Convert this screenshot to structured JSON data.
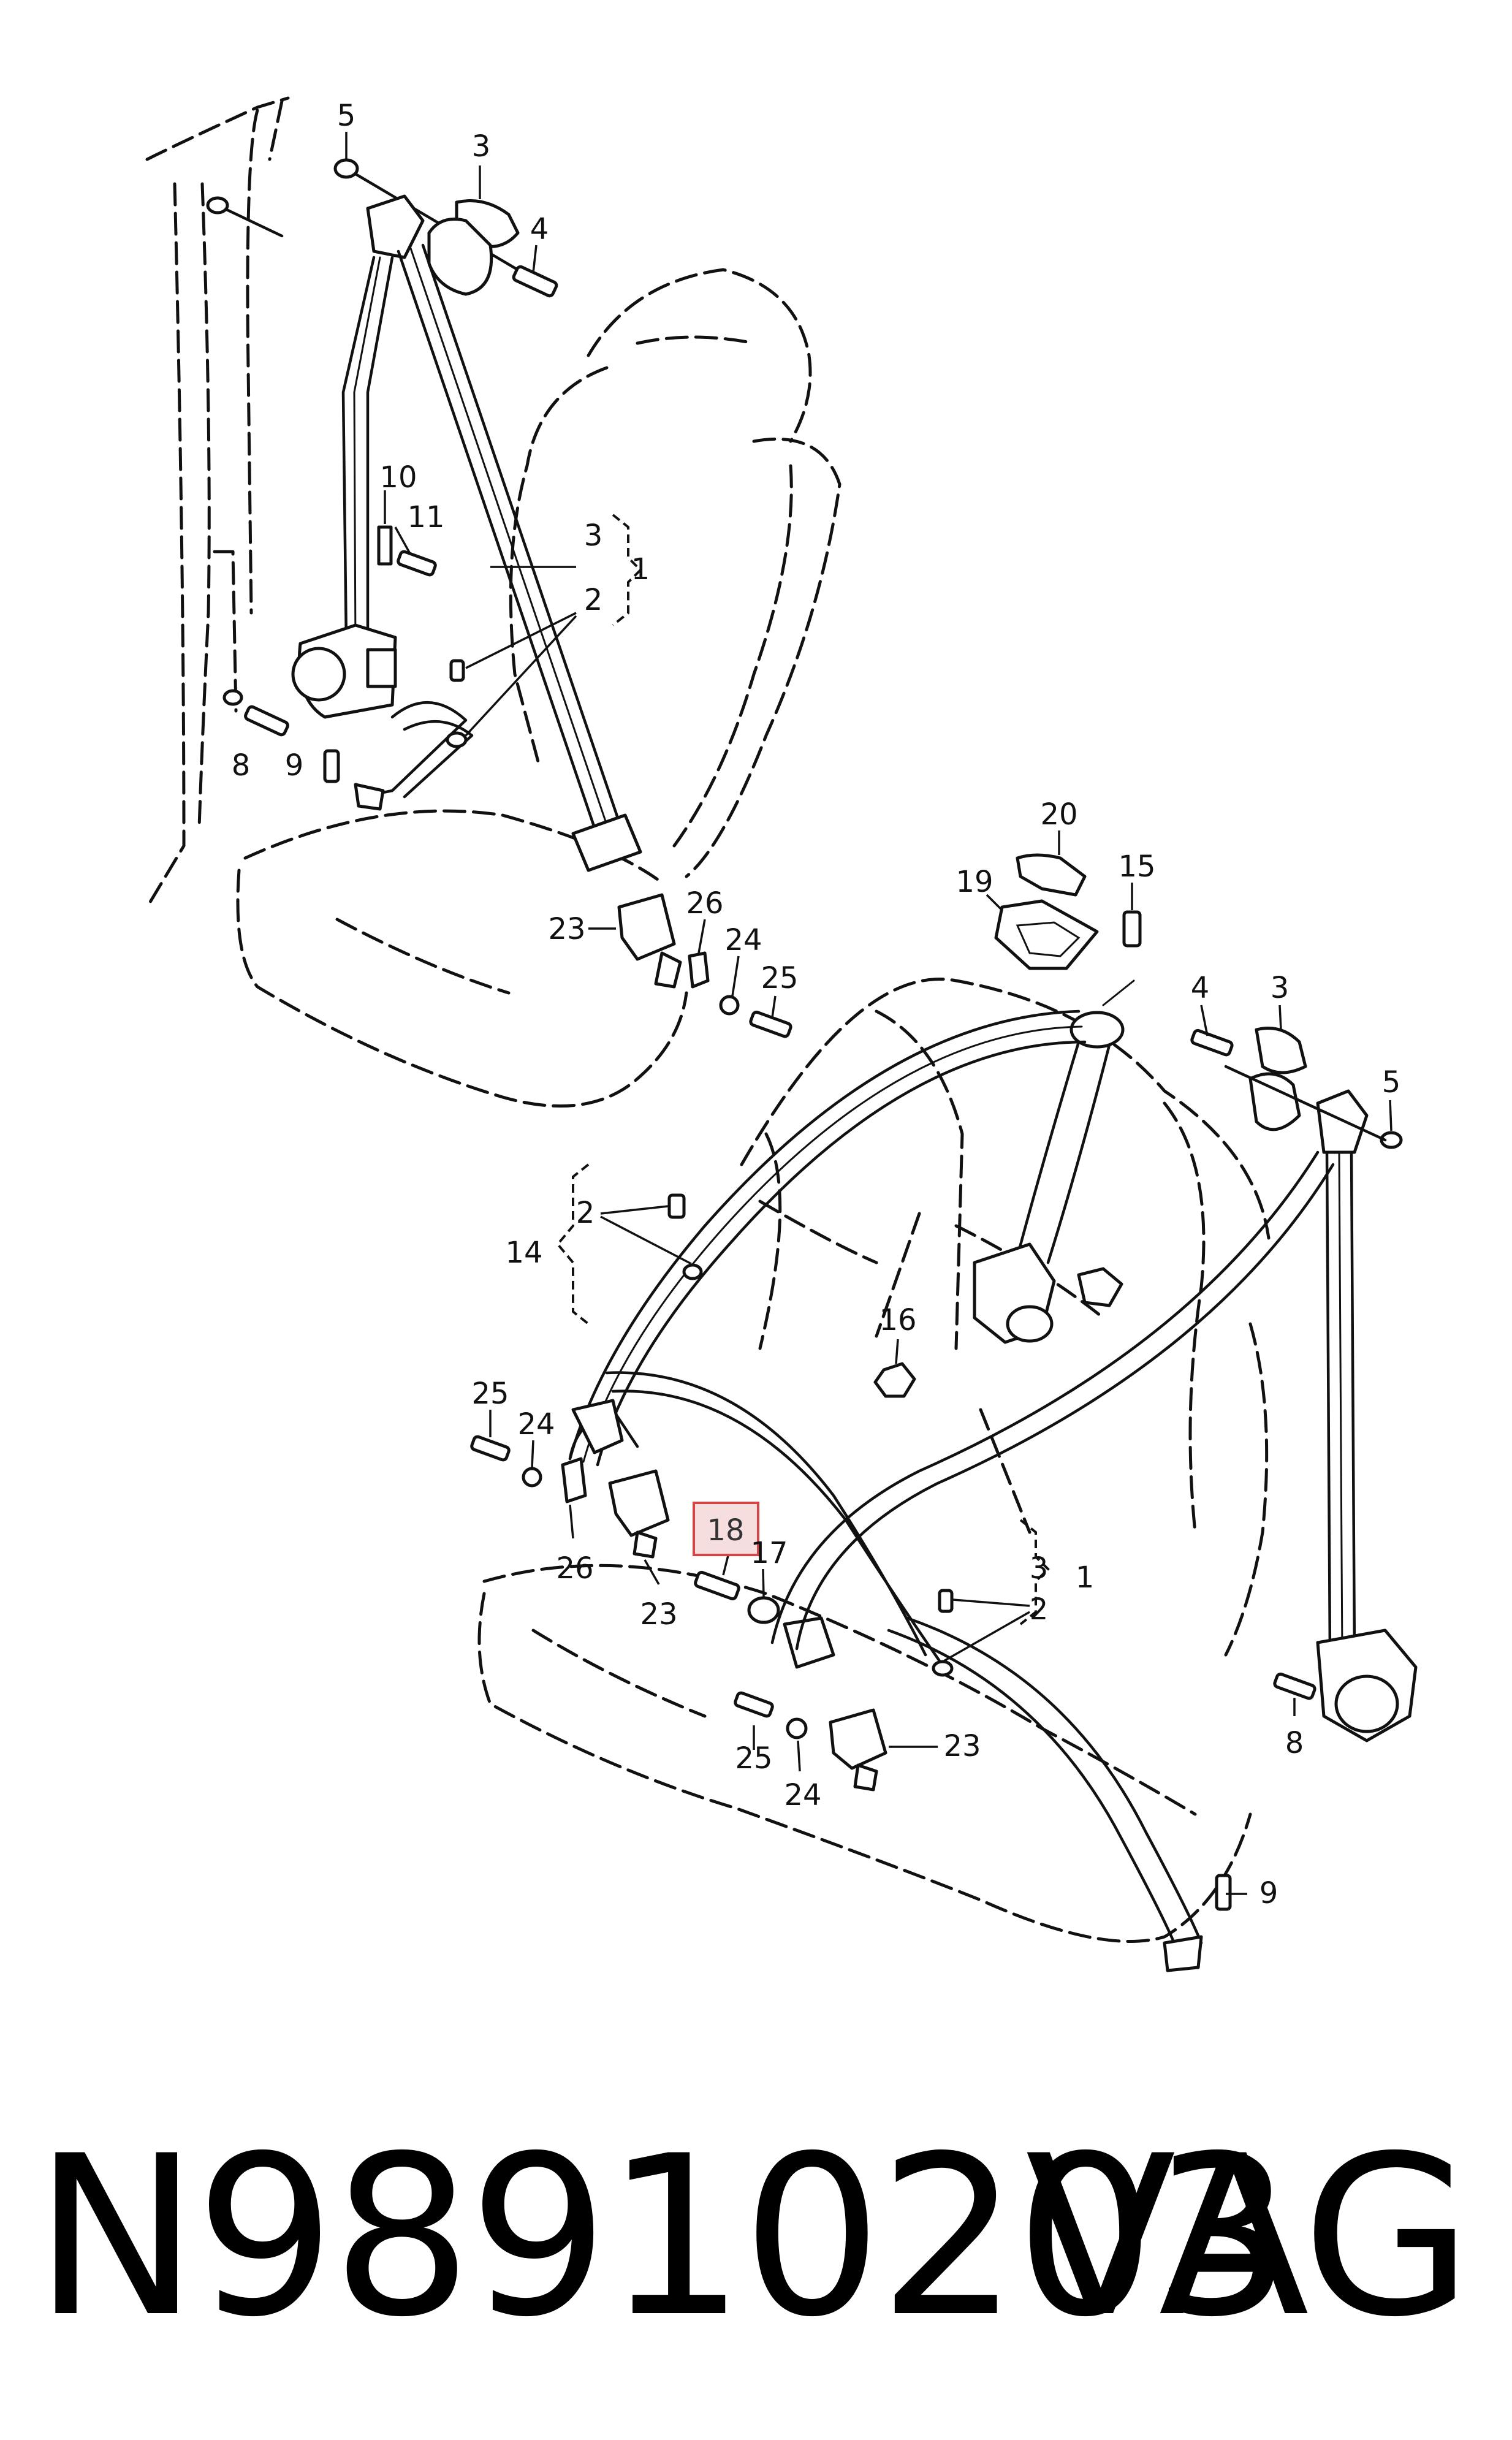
{
  "callouts": {
    "upper": [
      "5",
      "3",
      "4",
      "10",
      "11",
      "3",
      "1",
      "2",
      "8",
      "9",
      "23",
      "26",
      "24",
      "25"
    ],
    "lower": [
      "20",
      "15",
      "19",
      "4",
      "3",
      "5",
      "2",
      "14",
      "16",
      "25",
      "24",
      "26",
      "23",
      "18",
      "17",
      "3",
      "1",
      "2",
      "25",
      "24",
      "23",
      "8",
      "9"
    ]
  },
  "highlight": {
    "label": "18",
    "color": "#f7dede",
    "border": "#d64545"
  },
  "footer": {
    "part_number": "N98910203",
    "brand": "VAG"
  }
}
